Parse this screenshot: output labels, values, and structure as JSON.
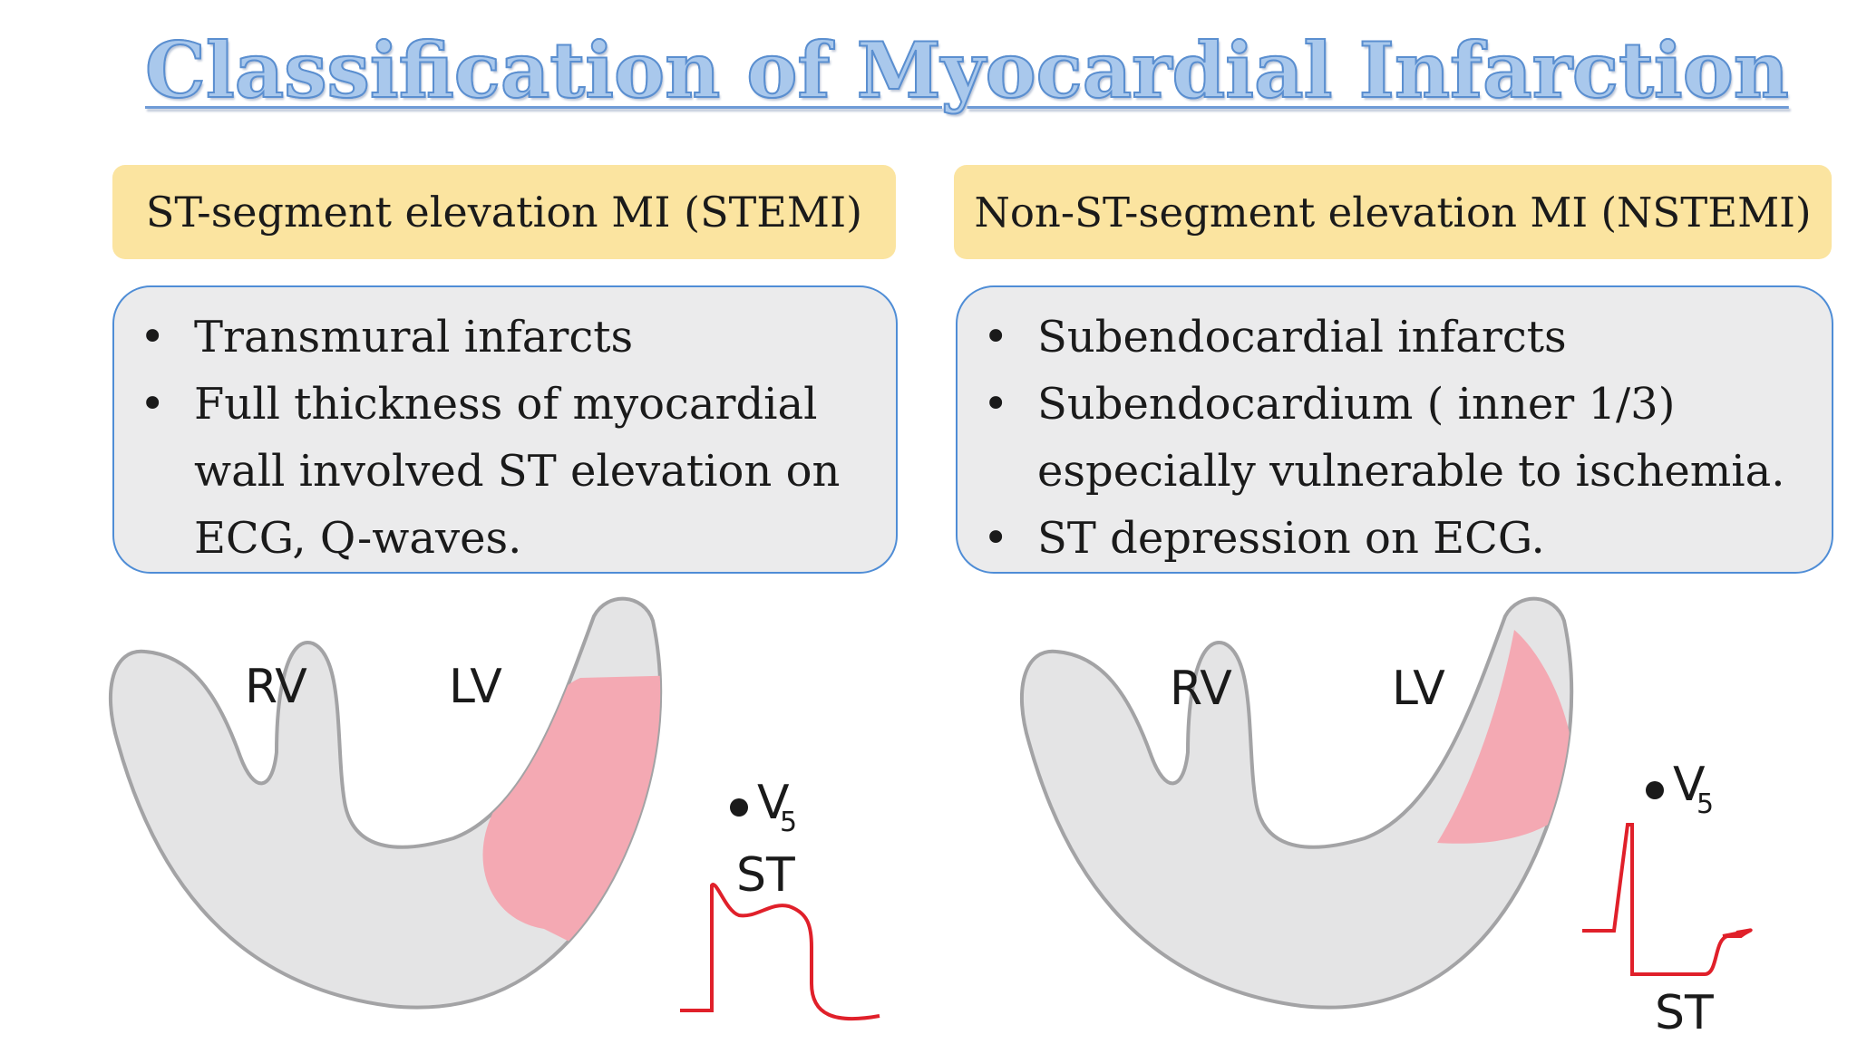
{
  "title": "Classification of Myocardial Infarction",
  "stemi": {
    "header": "ST-segment elevation MI (STEMI)",
    "bullets": [
      {
        "text": "Transmural infarcts"
      },
      {
        "text": "Full thickness of myocardial wall involved ST elevation on ECG, Q-waves."
      }
    ],
    "diagram": {
      "rv": "RV",
      "lv": "LV",
      "lead": "V",
      "lead_sub": "5",
      "st": "ST"
    }
  },
  "nstemi": {
    "header": "Non-ST-segment elevation MI (NSTEMI)",
    "bullets": [
      {
        "text": "Subendocardial infarcts"
      },
      {
        "text": "Subendocardium ( inner 1/3) especially vulnerable to ischemia."
      },
      {
        "text": "ST depression on ECG."
      }
    ],
    "diagram": {
      "rv": "RV",
      "lv": "LV",
      "lead": "V",
      "lead_sub": "5",
      "st": "ST"
    }
  },
  "colors": {
    "header_bg": "#fbe4a0",
    "box_bg": "#ebebec",
    "box_border": "#4f8dd6",
    "infarct": "#f4a9b3",
    "ecg": "#e0202a",
    "heart": "#e4e4e5"
  }
}
